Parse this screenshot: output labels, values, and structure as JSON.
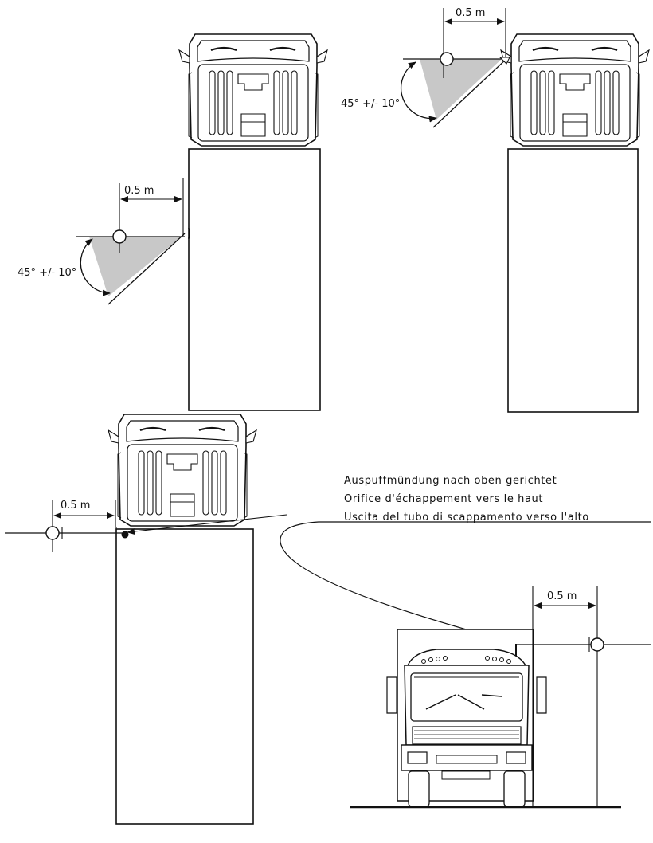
{
  "diagram": {
    "top_left": {
      "distance_label": "0.5 m",
      "angle_label": "45° +/- 10°"
    },
    "top_right": {
      "distance_label": "0.5 m",
      "angle_label": "45° +/- 10°"
    },
    "bottom_left": {
      "distance_label": "0.5 m"
    },
    "front_view": {
      "distance_label": "0.5 m"
    },
    "exhaust_caption": {
      "de": "Auspuffmündung nach oben gerichtet",
      "fr": "Orifice d'échappement vers le haut",
      "it": "Uscita del tubo di scappamento verso l'alto"
    }
  }
}
